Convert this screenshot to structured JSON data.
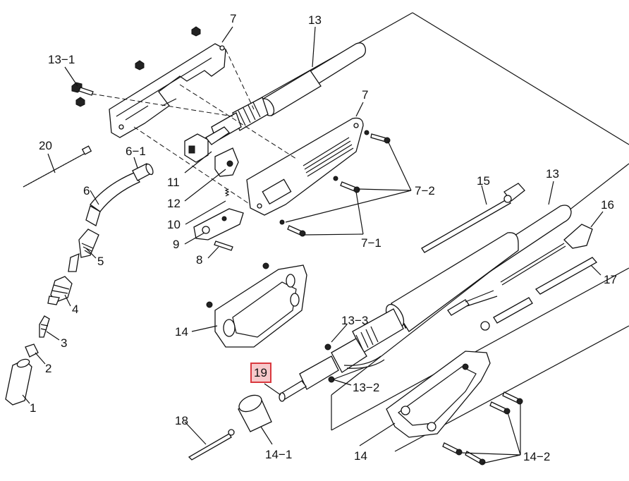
{
  "labels": {
    "p1": "1",
    "p2": "2",
    "p3": "3",
    "p4": "4",
    "p5": "5",
    "p6": "6",
    "p6_1": "6−1",
    "p7a": "7",
    "p7b": "7",
    "p7_1": "7−1",
    "p7_2": "7−2",
    "p8": "8",
    "p9": "9",
    "p10": "10",
    "p11": "11",
    "p12": "12",
    "p13a": "13",
    "p13b": "13",
    "p13_1": "13−1",
    "p13_2": "13−2",
    "p13_3": "13−3",
    "p14a": "14",
    "p14b": "14",
    "p14_1": "14−1",
    "p14_2": "14−2",
    "p15": "15",
    "p16": "16",
    "p17": "17",
    "p18": "18",
    "p19": "19",
    "p20": "20"
  },
  "colors": {
    "highlight_border": "#d9383e",
    "highlight_fill": "#f7c9cb",
    "ink": "#111111"
  }
}
